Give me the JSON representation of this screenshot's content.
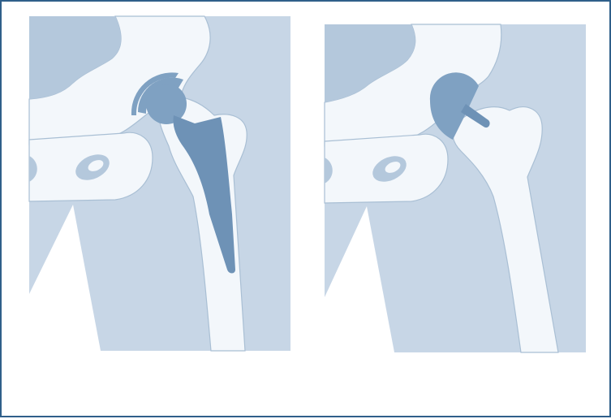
{
  "figure": {
    "panels": [
      {
        "id": "total-hip-replacement",
        "components": [
          "acetabular-cup",
          "femoral-head",
          "femoral-stem"
        ]
      },
      {
        "id": "hip-resurfacing",
        "components": [
          "resurfacing-cap",
          "guide-stem"
        ]
      }
    ]
  },
  "colors": {
    "frame_border": "#2f5f8a",
    "background": "#ffffff",
    "soft_tissue": "#c7d6e6",
    "deep_tissue": "#b4c8dc",
    "bone": "#f3f7fb",
    "bone_outline": "#a9bfd4",
    "implant": "#7fa1c2",
    "implant_dark": "#6e92b6"
  }
}
